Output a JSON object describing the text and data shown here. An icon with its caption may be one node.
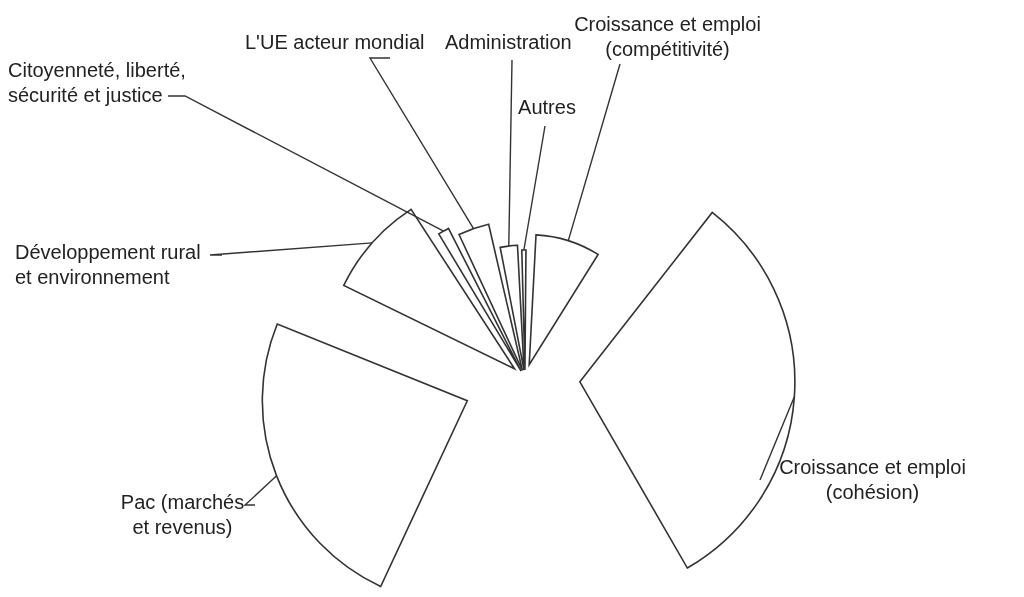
{
  "diagram": {
    "nodes": [
      {
        "text": [
          "Croissance et emploi (compétitivité)"
        ]
      },
      {
        "text": [
          "Administration"
        ]
      },
      {
        "text": [
          "L'UE acteur mondial"
        ]
      },
      {
        "text": [
          "Citoyenneté, liberté, sécurité et justice"
        ]
      },
      {
        "text": [
          "Autres"
        ]
      },
      {
        "text": [
          "Développement rural et environnement"
        ]
      },
      {
        "text": [
          "Croissance et emploi (cohésion)"
        ]
      },
      {
        "text": [
          "Pac (marchés et revenus)"
        ]
      },
      {
        "text": [],
        "shape": "slice"
      },
      {
        "text": [],
        "shape": "slice"
      },
      {
        "text": [],
        "shape": "slice"
      },
      {
        "text": [],
        "shape": "slice"
      },
      {
        "text": [],
        "shape": "slice"
      },
      {
        "text": [],
        "shape": "slice"
      },
      {
        "text": [],
        "shape": "slice"
      },
      {
        "text": [],
        "shape": "slice"
      }
    ],
    "edges": [
      {
        "from": 0,
        "to": 8,
        "arrow": "none"
      },
      {
        "from": 6,
        "to": 9,
        "arrow": "none"
      },
      {
        "from": 7,
        "to": 10,
        "arrow": "none"
      },
      {
        "from": 5,
        "to": 11,
        "arrow": "none"
      },
      {
        "from": 3,
        "to": 12,
        "arrow": "none"
      },
      {
        "from": 2,
        "to": 13,
        "arrow": "none"
      },
      {
        "from": 1,
        "to": 14,
        "arrow": "none"
      },
      {
        "from": 4,
        "to": 15,
        "arrow": "none"
      }
    ]
  }
}
